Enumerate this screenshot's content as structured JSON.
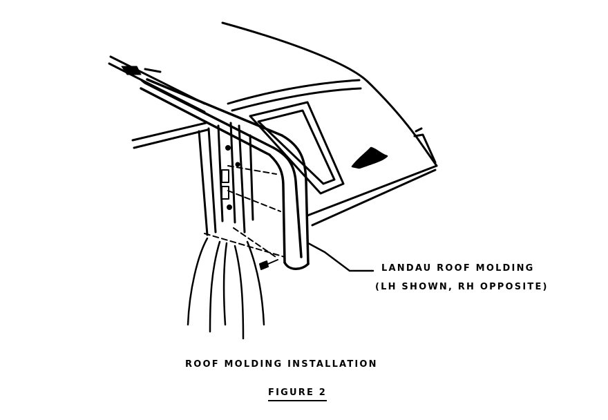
{
  "callout": {
    "line1": "LANDAU ROOF MOLDING",
    "line2": "(LH SHOWN, RH OPPOSITE)"
  },
  "caption": "ROOF MOLDING INSTALLATION",
  "figure_label": "FIGURE 2",
  "colors": {
    "ink": "#000000",
    "paper": "#ffffff"
  }
}
